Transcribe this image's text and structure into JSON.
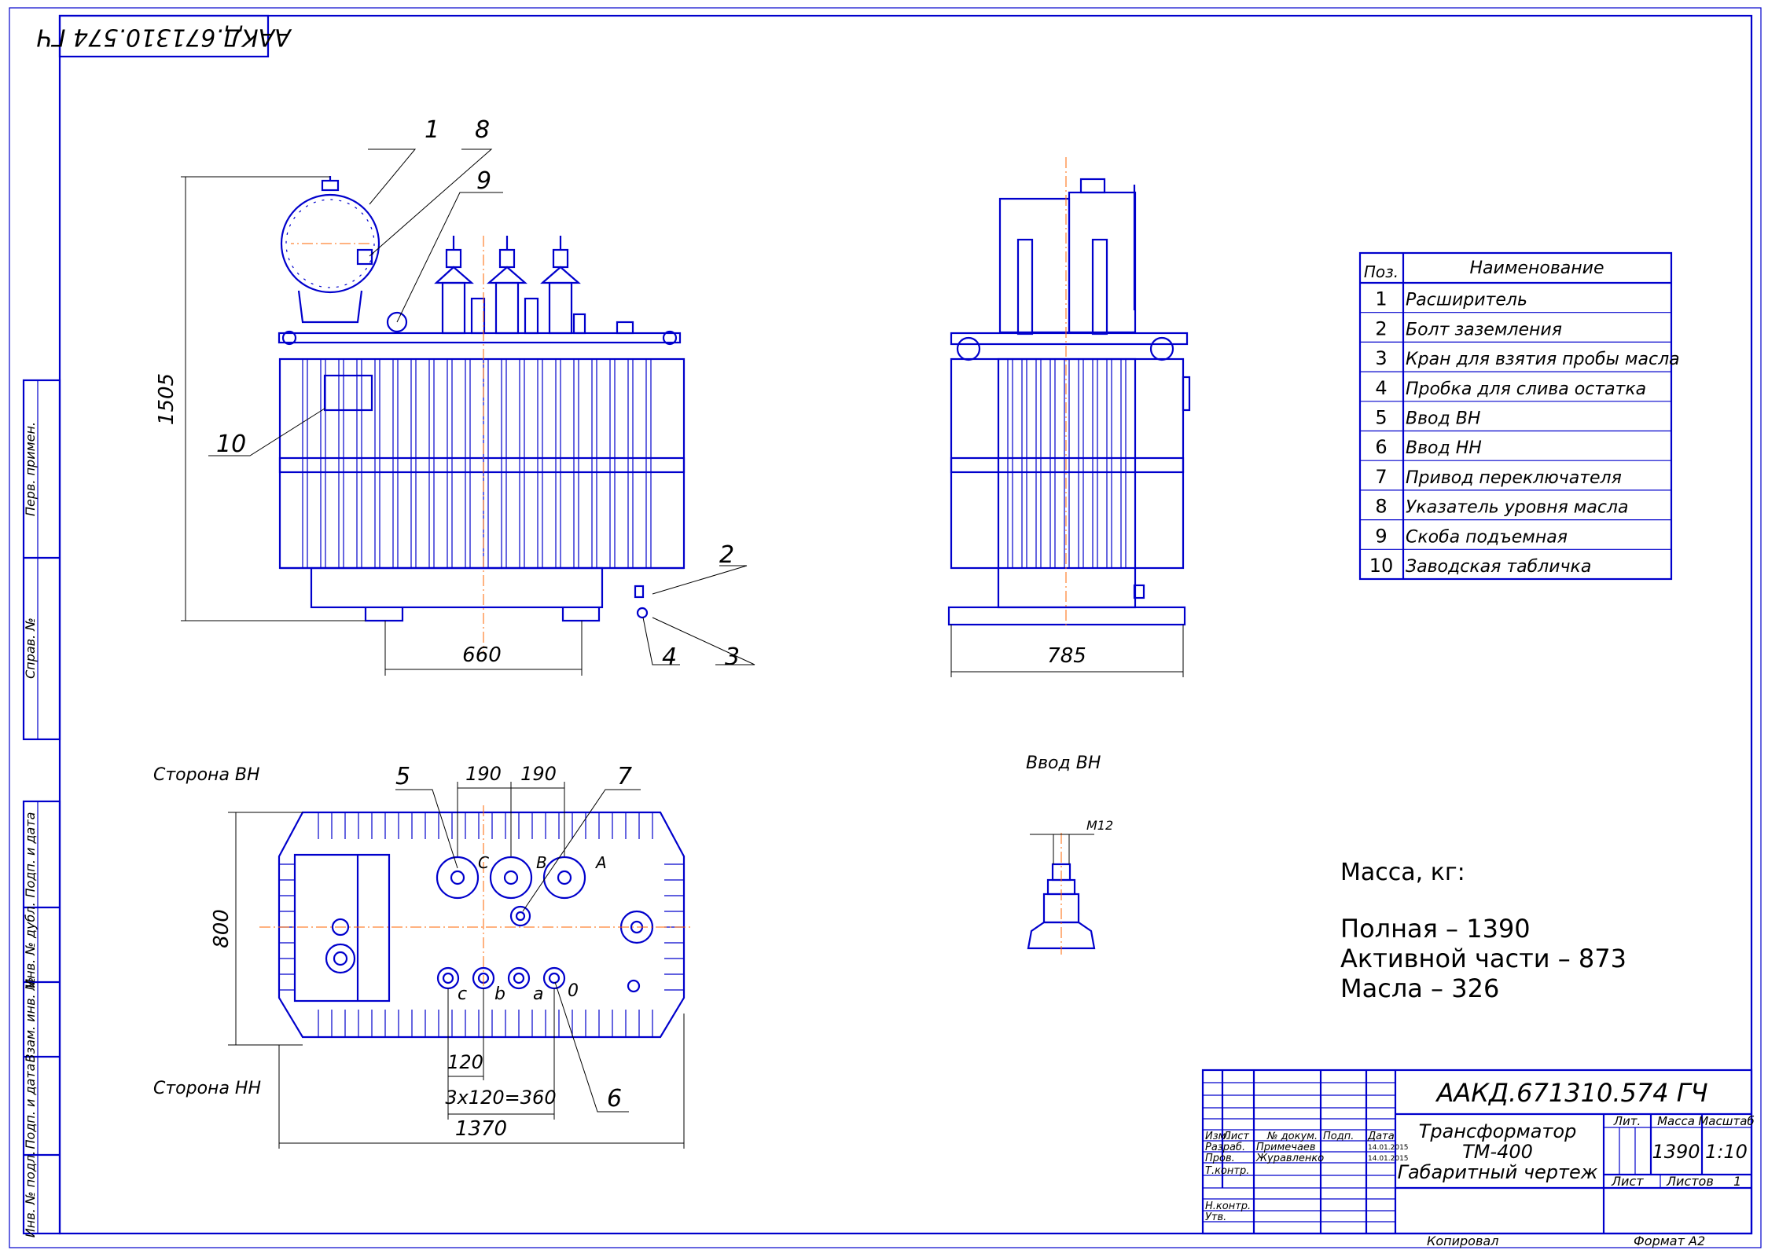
{
  "stamp_top": "ААКД.671310.574 ГЧ",
  "side_columns": [
    "Перв. примен.",
    "Справ. №",
    "Подп. и дата",
    "Инв. № дубл.",
    "Взам. инв. №",
    "Подп. и дата",
    "Инв. № подл."
  ],
  "callouts": [
    "1",
    "2",
    "3",
    "4",
    "5",
    "6",
    "7",
    "8",
    "9",
    "10"
  ],
  "dimensions": {
    "height": "1505",
    "front_width": "660",
    "side_width": "785",
    "plan_depth": "800",
    "plan_length": "1370",
    "hv_pitch_1": "190",
    "hv_pitch_2": "190",
    "lv_pitch": "120",
    "lv_total": "3x120=360",
    "thread": "М12"
  },
  "bushing_labels": {
    "hv": [
      "С",
      "В",
      "А"
    ],
    "lv": [
      "с",
      "b",
      "а",
      "0"
    ]
  },
  "labels": {
    "side_hv": "Сторона ВН",
    "side_lv": "Сторона НН",
    "input_hv": "Ввод ВН"
  },
  "parts_table": {
    "header_pos": "Поз.",
    "header_name": "Наименование",
    "rows": [
      {
        "pos": "1",
        "name": "Расширитель"
      },
      {
        "pos": "2",
        "name": "Болт заземления"
      },
      {
        "pos": "3",
        "name": "Кран для взятия пробы масла"
      },
      {
        "pos": "4",
        "name": "Пробка для слива остатка"
      },
      {
        "pos": "5",
        "name": "Ввод ВН"
      },
      {
        "pos": "6",
        "name": "Ввод НН"
      },
      {
        "pos": "7",
        "name": "Привод переключателя"
      },
      {
        "pos": "8",
        "name": "Указатель уровня масла"
      },
      {
        "pos": "9",
        "name": "Скоба подъемная"
      },
      {
        "pos": "10",
        "name": "Заводская табличка"
      }
    ]
  },
  "mass": {
    "title": "Масса, кг:",
    "lines": [
      "Полная – 1390",
      "Активной части – 873",
      "Масла – 326"
    ]
  },
  "title_block": {
    "code": "ААКД.671310.574 ГЧ",
    "name_lines": [
      "Трансформатор",
      "ТМ-400",
      "Габаритный чертеж"
    ],
    "col_headers": [
      "Изм.",
      "Лист",
      "№ докум.",
      "Подп.",
      "Дата"
    ],
    "roles": [
      {
        "role": "Разраб.",
        "name": "Примечаев",
        "date": "14.01.2015"
      },
      {
        "role": "Пров.",
        "name": "Журавленко",
        "date": "14.01.2015"
      },
      {
        "role": "Т.контр.",
        "name": "",
        "date": ""
      },
      {
        "role": "Н.контр.",
        "name": "",
        "date": ""
      },
      {
        "role": "Утв.",
        "name": "",
        "date": ""
      }
    ],
    "lit_label": "Лит.",
    "mass_label": "Масса",
    "scale_label": "Масштаб",
    "mass_value": "1390",
    "scale_value": "1:10",
    "sheet_label": "Лист",
    "sheets_label": "Листов",
    "sheets_value": "1",
    "copied": "Копировал",
    "format": "Формат   А2"
  }
}
